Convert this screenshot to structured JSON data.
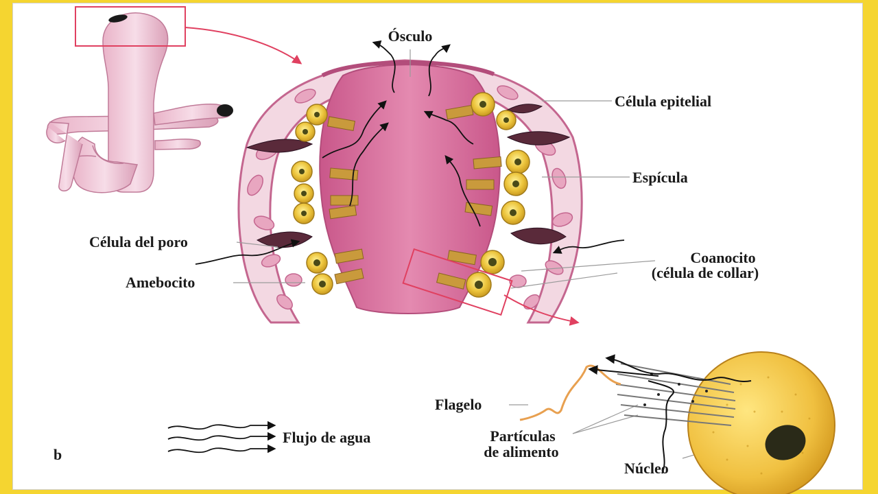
{
  "figure": {
    "panel_letter": "b",
    "labels": {
      "osculo": "Ósculo",
      "celula_epitelial": "Célula epitelial",
      "espicula": "Espícula",
      "celula_del_poro": "Célula del poro",
      "amebocito": "Amebocito",
      "coanocito_line1": "Coanocito",
      "coanocito_line2": "(célula de collar)",
      "flagelo": "Flagelo",
      "particulas_line1": "Partículas",
      "particulas_line2": "de alimento",
      "nucleo": "Núcleo",
      "flujo_de_agua": "Flujo de agua"
    }
  },
  "colors": {
    "frame": "#f5d530",
    "panel": "#ffffff",
    "sponge_pink": "#d9739c",
    "sponge_light": "#f2bfd2",
    "choanocyte_yellow": "#e8c23a",
    "collar_brown": "#b08a3a",
    "flagellum_orange": "#e8a050",
    "spicule_dark": "#5a2a3a",
    "zoom_box_red": "#e04060",
    "nucleus_dark": "#2a2a18"
  }
}
